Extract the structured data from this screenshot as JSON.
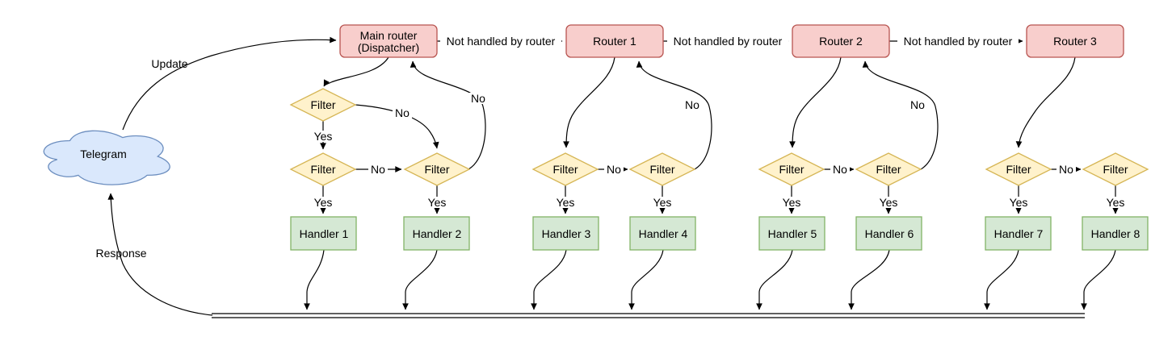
{
  "labels": {
    "telegram": "Telegram",
    "update": "Update",
    "response": "Response",
    "not_handled": "Not handled by router",
    "yes": "Yes",
    "no": "No",
    "filter": "Filter"
  },
  "nodes": {
    "routers": [
      {
        "label": "Main router",
        "sublabel": "(Dispatcher)"
      },
      {
        "label": "Router 1"
      },
      {
        "label": "Router 2"
      },
      {
        "label": "Router 3"
      }
    ],
    "handlers": [
      {
        "label": "Handler 1"
      },
      {
        "label": "Handler 2"
      },
      {
        "label": "Handler 3"
      },
      {
        "label": "Handler 4"
      },
      {
        "label": "Handler 5"
      },
      {
        "label": "Handler 6"
      },
      {
        "label": "Handler 7"
      },
      {
        "label": "Handler 8"
      }
    ]
  },
  "colors": {
    "router_fill": "#f8cecc",
    "router_stroke": "#b85450",
    "filter_fill": "#fff2cc",
    "filter_stroke": "#d6b656",
    "handler_fill": "#d5e8d4",
    "handler_stroke": "#82b366",
    "cloud_fill": "#dae8fc",
    "cloud_stroke": "#6c8ebf",
    "edge": "#000000",
    "text": "#000000",
    "label_bg": "#ffffff"
  }
}
